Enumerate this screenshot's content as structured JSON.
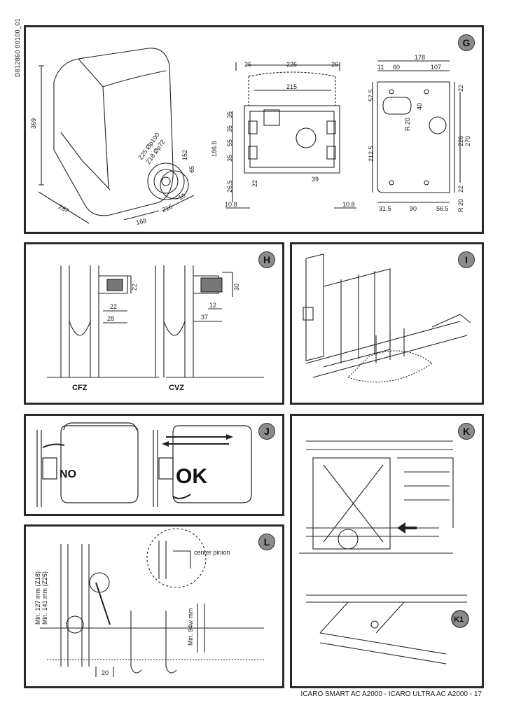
{
  "doc_code": "D812860 00100_01",
  "footer": {
    "text": "ICARO SMART AC A2000 - ICARO ULTRA  AC A2000",
    "sep": " - ",
    "page": "17"
  },
  "panels": {
    "G": {
      "label": "G",
      "motor": {
        "height": "369",
        "depth": "287",
        "base_a": "168",
        "base_b": "216",
        "side_10": "10",
        "pinion_1": "Z25 Øp100",
        "pinion_2": "Z18 Øp72",
        "h_152": "152",
        "h_65": "65"
      },
      "front": {
        "top_a": "26",
        "top_b": "226",
        "top_c": "26",
        "inner": "215",
        "total_h": "186.6",
        "r1": "35",
        "r2": "35",
        "r3": "55",
        "r4": "35",
        "bottom": "26.5",
        "low_a": "22",
        "low_b": "39",
        "side_l": "10.8",
        "side_r": "10.8"
      },
      "plate": {
        "w_total": "178",
        "w_a": "11",
        "w_b": "60",
        "w_c": "107",
        "h_a": "57.5",
        "slot": "40",
        "r_slot": "R 20",
        "h_mid": "212.5",
        "h_total": "270",
        "h_inner": "226",
        "edge_t": "22",
        "edge_b": "22",
        "b_a": "31.5",
        "b_b": "90",
        "b_c": "56.5",
        "r_corner": "R 20"
      }
    },
    "H": {
      "label": "H",
      "cfz": "CFZ",
      "cvz": "CVZ",
      "d1": "22",
      "d2": "22",
      "d3": "28",
      "d4": "30",
      "d5": "12",
      "d6": "37"
    },
    "I": {
      "label": "I"
    },
    "J": {
      "label": "J",
      "no": "NO",
      "ok": "OK"
    },
    "K": {
      "label": "K",
      "sub": "K1"
    },
    "L": {
      "label": "L",
      "center_pinion": "center pinion",
      "min_z18": "Min. 127 mm (Z18)",
      "min_z25": "Min. 141 mm (Z25)",
      "min_94": "Min. 94w mm",
      "d20": "20"
    }
  }
}
